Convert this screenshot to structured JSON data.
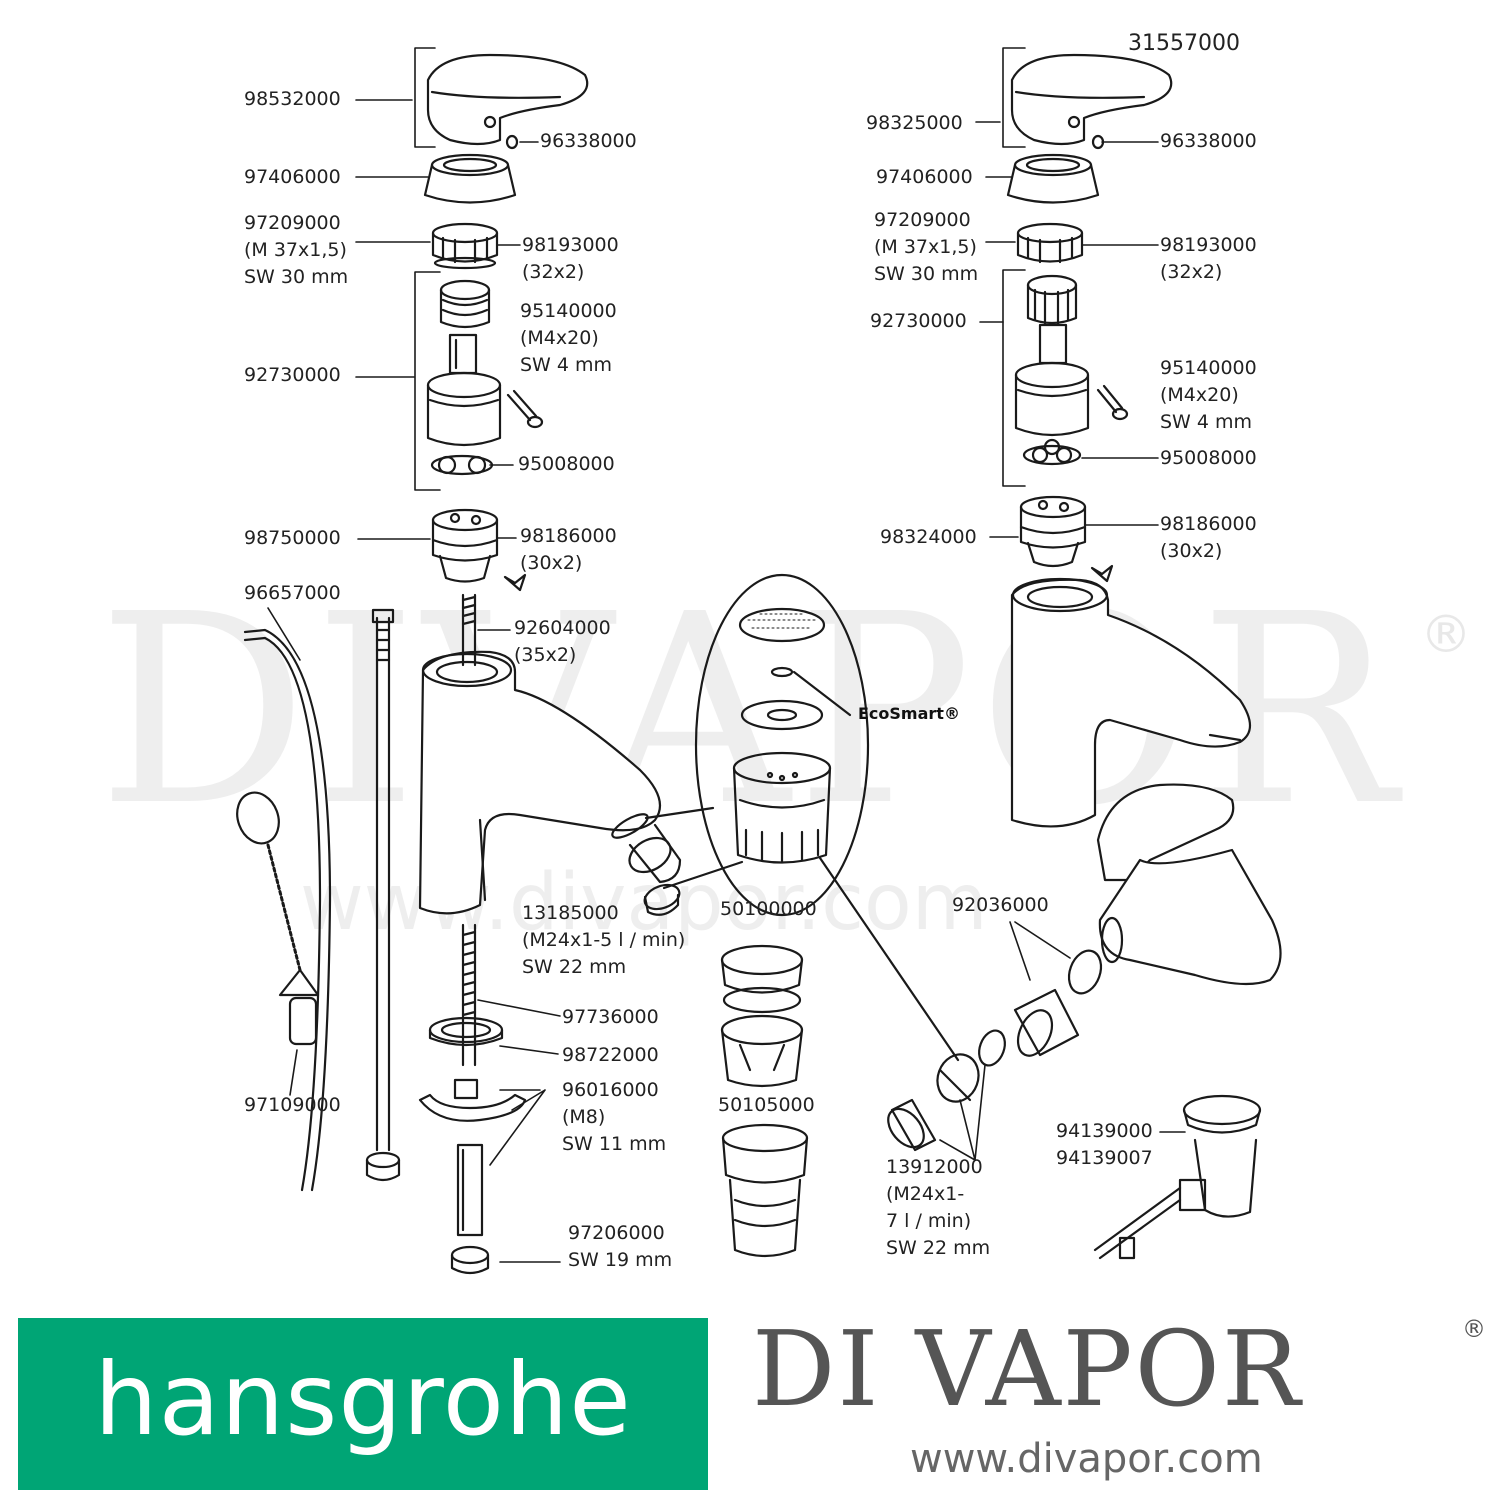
{
  "watermark": {
    "text": "DIVAPOR",
    "registered": "®",
    "url": "www.divapor.com"
  },
  "brands": {
    "hansgrohe": "hansgrohe",
    "divapor": "DI VAPOR",
    "divapor_registered": "®",
    "divapor_url": "www.divapor.com"
  },
  "diagram": {
    "model_number": "31557000",
    "ecosmart_label": "EcoSmart®",
    "left_assembly": {
      "handle": "98532000",
      "handle_screw": "96338000",
      "cover": "97406000",
      "nut": "97209000\n(M 37x1,5)\nSW 30 mm",
      "nut_oring": "98193000\n(32x2)",
      "cartridge": "92730000",
      "cartridge_screw": "95140000\n(M4x20)\nSW 4 mm",
      "cartridge_seals": "95008000",
      "diverter": "98750000",
      "diverter_oring": "98186000\n(30x2)",
      "pop_up_rod": "96657000",
      "body_oring": "92604000\n(35x2)",
      "aerator": "13185000\n(M24x1-5 l / min)\nSW 22 mm",
      "threaded_rod": "97736000",
      "washer": "98722000",
      "fixing_nut": "96016000\n(M8)\nSW 11 mm",
      "chain_plug": "97109000",
      "base_nut": "97206000\nSW 19 mm"
    },
    "center": {
      "waste_1": "50100000",
      "waste_2": "50105000"
    },
    "right_assembly": {
      "handle": "98325000",
      "handle_screw": "96338000",
      "cover": "97406000",
      "nut": "97209000\n(M 37x1,5)\nSW 30 mm",
      "nut_oring": "98193000\n(32x2)",
      "cartridge": "92730000",
      "cartridge_screw": "95140000\n(M4x20)\nSW 4 mm",
      "cartridge_seals": "95008000",
      "diverter": "98324000",
      "diverter_oring": "98186000\n(30x2)",
      "aerator_set": "92036000",
      "aerator": "13912000\n(M24x1-\n7 l / min)\nSW 22 mm",
      "waste_valve": "94139000\n94139007"
    }
  }
}
